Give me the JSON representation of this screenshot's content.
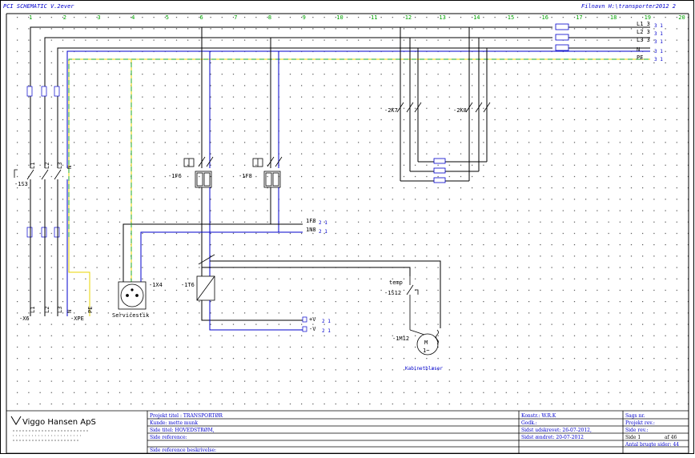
{
  "header": {
    "left_title": "PCI SCHEMATIC V.2ever",
    "right_title": "Filnavn  H:\\transporter2012 2"
  },
  "columns": [
    "1",
    "2",
    "3",
    "4",
    "5",
    "6",
    "7",
    "8",
    "9",
    "10",
    "11",
    "12",
    "13",
    "14",
    "15",
    "16",
    "17",
    "18",
    "19",
    "20"
  ],
  "supply_lines": [
    {
      "label": "L1 3",
      "ref": "3 1"
    },
    {
      "label": "L2 3",
      "ref": "3 1"
    },
    {
      "label": "L3 3",
      "ref": "3 1"
    },
    {
      "label": "N",
      "ref": "3 1"
    },
    {
      "label": "PE",
      "ref": "3 1"
    }
  ],
  "components": {
    "main_switch": "-1S3",
    "terminal_x6": "-X6",
    "terminal_xpe": "-XPE",
    "fuse_1": "-1F6",
    "fuse_2": "-1F8",
    "contactor_1": "-2K7",
    "contactor_2": "-2K8",
    "socket_ref": "-1X4",
    "socket_name": "Servicestik",
    "transformer": "-1T6",
    "thermostat_tag": "temp",
    "thermostat_ref": "-1S12",
    "motor_ref": "-1M12",
    "motor_symbol": "M",
    "motor_phase": "1~",
    "motor_name": "Kabinetblæser"
  },
  "cross_refs": [
    {
      "label": "1F8",
      "ref": "2 1"
    },
    {
      "label": "1N8",
      "ref": "2 1"
    },
    {
      "label": "+V",
      "ref": "2 1"
    },
    {
      "label": "-V",
      "ref": "2 1"
    }
  ],
  "pin_labels": {
    "switch_top": [
      "L1",
      "L2",
      "L3",
      "N"
    ],
    "x6": [
      "L1",
      "L2",
      "L3",
      "N"
    ],
    "xpe": [
      "PE"
    ]
  },
  "title_block": {
    "company": "Viggo Hansen ApS",
    "project_title": "Projekt titel : TRANSPORTØR",
    "customer": "Kunde:  mette munk",
    "page_title": "Side titel: HOVEDSTRØM,",
    "page_ref": "Side reference:",
    "page_ref_desc": "Side reference beskrivelse:",
    "drawn_by": "Konstr.: W.R.K",
    "approved": "Godk.:",
    "issued": "Sidst udskrevet: 26-07-2012,",
    "changed": "Sidst ændret: 20-07-2012",
    "case_no": "Sags nr.",
    "project_rev": "Projekt rev.:",
    "page_rev": "Side rev.:",
    "page": "Side  1",
    "of": "af  46",
    "used_pages": "Antal brugte sider:  44"
  },
  "colors": {
    "wire_black": "#000000",
    "wire_blue": "#0000cc",
    "pe_yellow": "#e8d400",
    "pe_green": "#22aa22",
    "grid_dot": "#000000",
    "column_number": "#00a000"
  }
}
